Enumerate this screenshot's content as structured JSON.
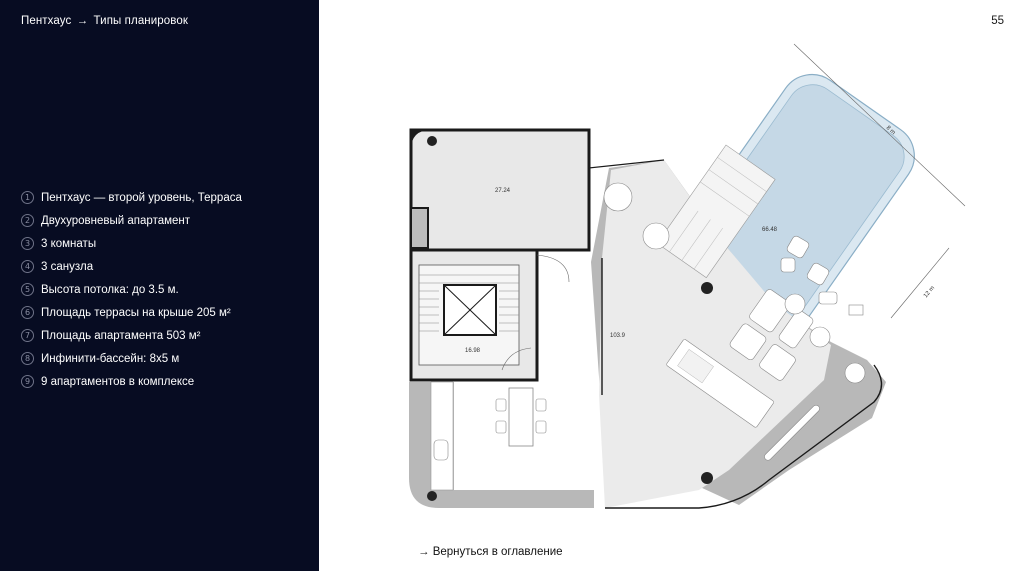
{
  "breadcrumb": {
    "section": "Пентхаус",
    "page": "Типы планировок"
  },
  "page_number": "55",
  "features": [
    {
      "num": "1",
      "text": "Пентхаус — второй уровень, Терраса"
    },
    {
      "num": "2",
      "text": "Двухуровневый апартамент"
    },
    {
      "num": "3",
      "text": "3 комнаты"
    },
    {
      "num": "4",
      "text": "3 санузла"
    },
    {
      "num": "5",
      "text": "Высота потолка: до 3.5 м."
    },
    {
      "num": "6",
      "text": "Площадь террасы на крыше 205 м²"
    },
    {
      "num": "7",
      "text": "Площадь апартамента 503 м²"
    },
    {
      "num": "8",
      "text": "Инфинити-бассейн: 8х5 м"
    },
    {
      "num": "9",
      "text": "9 апартаментов в комплексе"
    }
  ],
  "plan": {
    "areas": {
      "room_top": "27.24",
      "living": "103.9",
      "terrace": "66.48",
      "stair_hall": "16.98"
    },
    "dimensions": {
      "pool_length": "8 m",
      "pool_width": "12 m"
    }
  },
  "back_link": "→ Вернуться в оглавление",
  "colors": {
    "sidebar_bg": "#070c22",
    "pool": "#c5d8e6",
    "wall": "#1a1a1a",
    "floor": "#ebebeb",
    "terrace_floor": "#b8b8b8"
  }
}
